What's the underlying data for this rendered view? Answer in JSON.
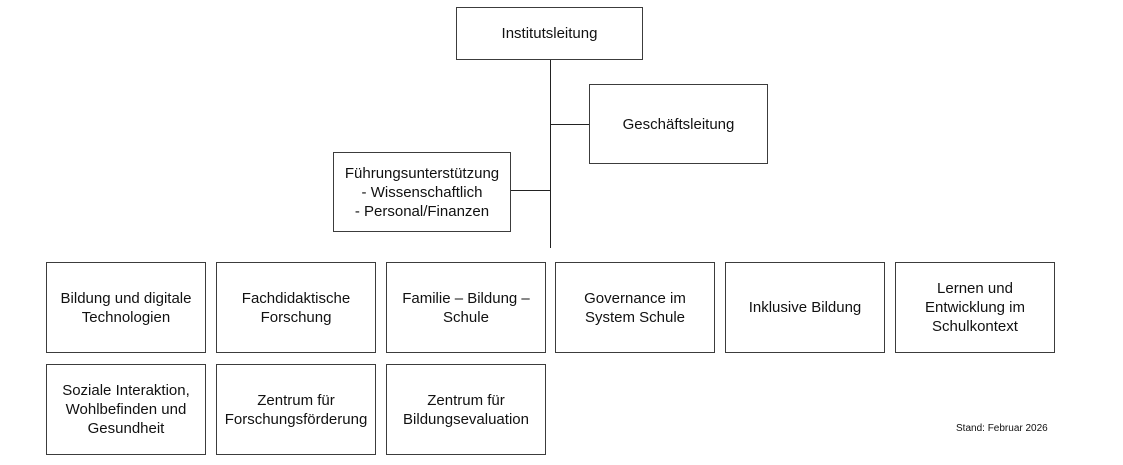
{
  "org_chart": {
    "top": "Institutsleitung",
    "management": "Geschäftsleitung",
    "support": "Führungsunterstützung\n- Wissenschaftlich\n- Personal/Finanzen",
    "departments_row1": [
      "Bildung und digitale\nTechnologien",
      "Fachdidaktische\nForschung",
      "Familie – Bildung –\nSchule",
      "Governance im\nSystem Schule",
      "Inklusive Bildung",
      "Lernen und\nEntwicklung im\nSchulkontext"
    ],
    "departments_row2": [
      "Soziale Interaktion,\nWohlbefinden und\nGesundheit",
      "Zentrum für\nForschungsförderung",
      "Zentrum für\nBildungsevaluation"
    ]
  },
  "footer": {
    "stand": "Stand: Februar 2026"
  }
}
